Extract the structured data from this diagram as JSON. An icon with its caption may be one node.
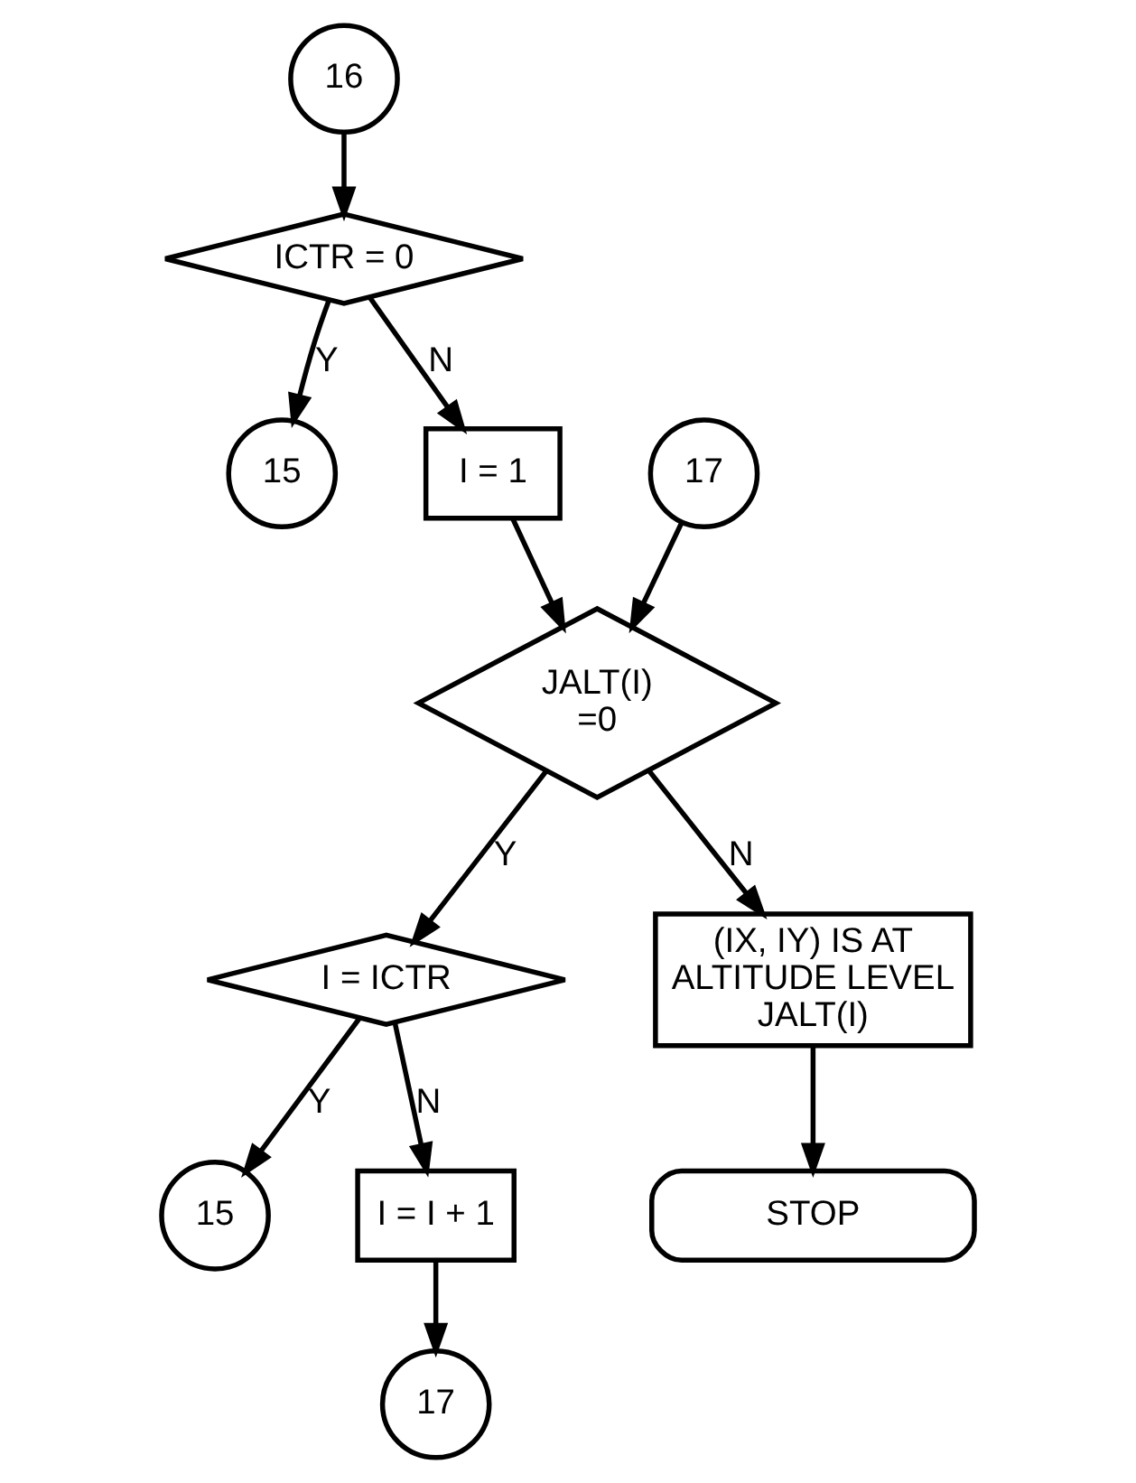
{
  "diagram": {
    "nodes": [
      {
        "text": [
          "16"
        ]
      },
      {
        "text": [
          "ICTR = 0"
        ]
      },
      {
        "text": [
          "15"
        ]
      },
      {
        "text": [
          "I = 1"
        ]
      },
      {
        "text": [
          "17"
        ]
      },
      {
        "text": [
          "JALT(I) =0"
        ]
      },
      {
        "text": [
          "I = ICTR"
        ]
      },
      {
        "text": [
          "(IX, IY) IS AT ALTITUDE LEVEL JALT(I)"
        ]
      },
      {
        "text": [
          "15"
        ]
      },
      {
        "text": [
          "I = I + 1"
        ]
      },
      {
        "text": [
          "17"
        ]
      },
      {
        "text": [
          "STOP"
        ]
      }
    ],
    "edges": [
      {
        "from": 0,
        "to": 1,
        "arrow": "to"
      },
      {
        "from": 1,
        "to": 2,
        "arrow": "to",
        "label": "Y"
      },
      {
        "from": 1,
        "to": 3,
        "arrow": "to",
        "label": "N"
      },
      {
        "from": 3,
        "to": 5,
        "arrow": "to"
      },
      {
        "from": 4,
        "to": 5,
        "arrow": "to"
      },
      {
        "from": 5,
        "to": 6,
        "arrow": "to",
        "label": "Y"
      },
      {
        "from": 5,
        "to": 7,
        "arrow": "to",
        "label": "N"
      },
      {
        "from": 6,
        "to": 8,
        "arrow": "to",
        "label": "Y"
      },
      {
        "from": 6,
        "to": 9,
        "arrow": "to",
        "label": "N"
      },
      {
        "from": 9,
        "to": 10,
        "arrow": "to"
      },
      {
        "from": 7,
        "to": 11,
        "arrow": "to"
      }
    ]
  }
}
